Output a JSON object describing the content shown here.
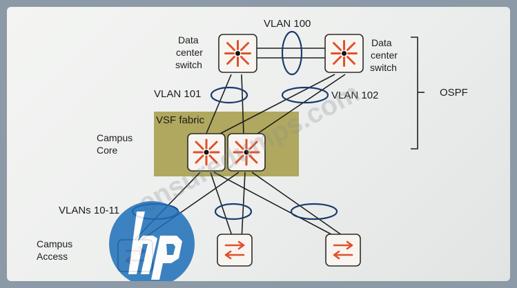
{
  "labels": {
    "vlan100": "VLAN 100",
    "vlan101": "VLAN 101",
    "vlan102": "VLAN 102",
    "vlans1011": "VLANs 10-11",
    "vsf": "VSF fabric",
    "ospf": "OSPF",
    "dc_left": [
      "Data",
      "center",
      "switch"
    ],
    "dc_right": [
      "Data",
      "center",
      "switch"
    ],
    "core": [
      "Campus",
      "Core"
    ],
    "access": [
      "Campus",
      "Access"
    ]
  },
  "watermark": {
    "text": "ensuredumps.com",
    "logo": "hp"
  },
  "colors": {
    "vsf_fill": "#a8a04e",
    "router_icon": "#e0502a",
    "ellipse": "#1b3a6e",
    "logo": "#1e6fb8"
  },
  "icons": {
    "router": "router-icon",
    "switch": "switch-icon"
  }
}
